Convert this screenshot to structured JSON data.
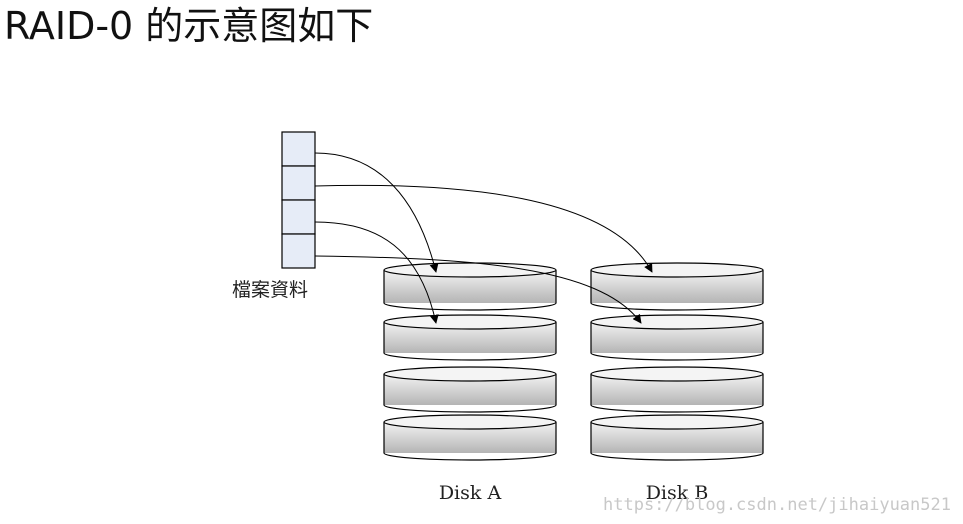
{
  "title": "RAID-0 的示意图如下",
  "diagram": {
    "file_label": "檔案資料",
    "file_block_count": 4,
    "disks": [
      {
        "label": "Disk A",
        "platter_count": 4
      },
      {
        "label": "Disk B",
        "platter_count": 4
      }
    ],
    "watermark": "https://blog.csdn.net/jihaiyuan521",
    "colors": {
      "block_fill": "#e6ecf7",
      "platter_light": "#f4f4f4",
      "platter_dark": "#b4b4b4",
      "stroke": "#000000"
    }
  }
}
